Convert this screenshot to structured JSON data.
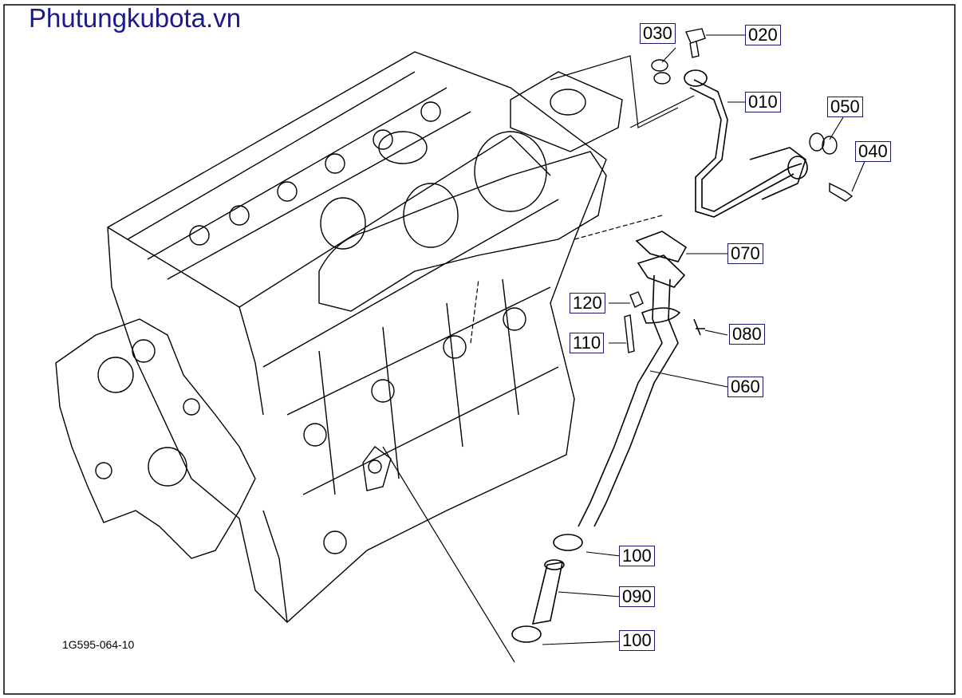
{
  "brand": "Phutungkubota.vn",
  "drawing_ref": "1G595-064-10",
  "parts": {
    "p010": "010",
    "p020": "020",
    "p030": "030",
    "p040": "040",
    "p050": "050",
    "p060": "060",
    "p070": "070",
    "p080": "080",
    "p090": "090",
    "p100a": "100",
    "p100b": "100",
    "p110": "110",
    "p120": "120"
  },
  "colors": {
    "brand": "#1a1a8c",
    "line": "#000000",
    "callout_border": "#1a1a6e"
  }
}
